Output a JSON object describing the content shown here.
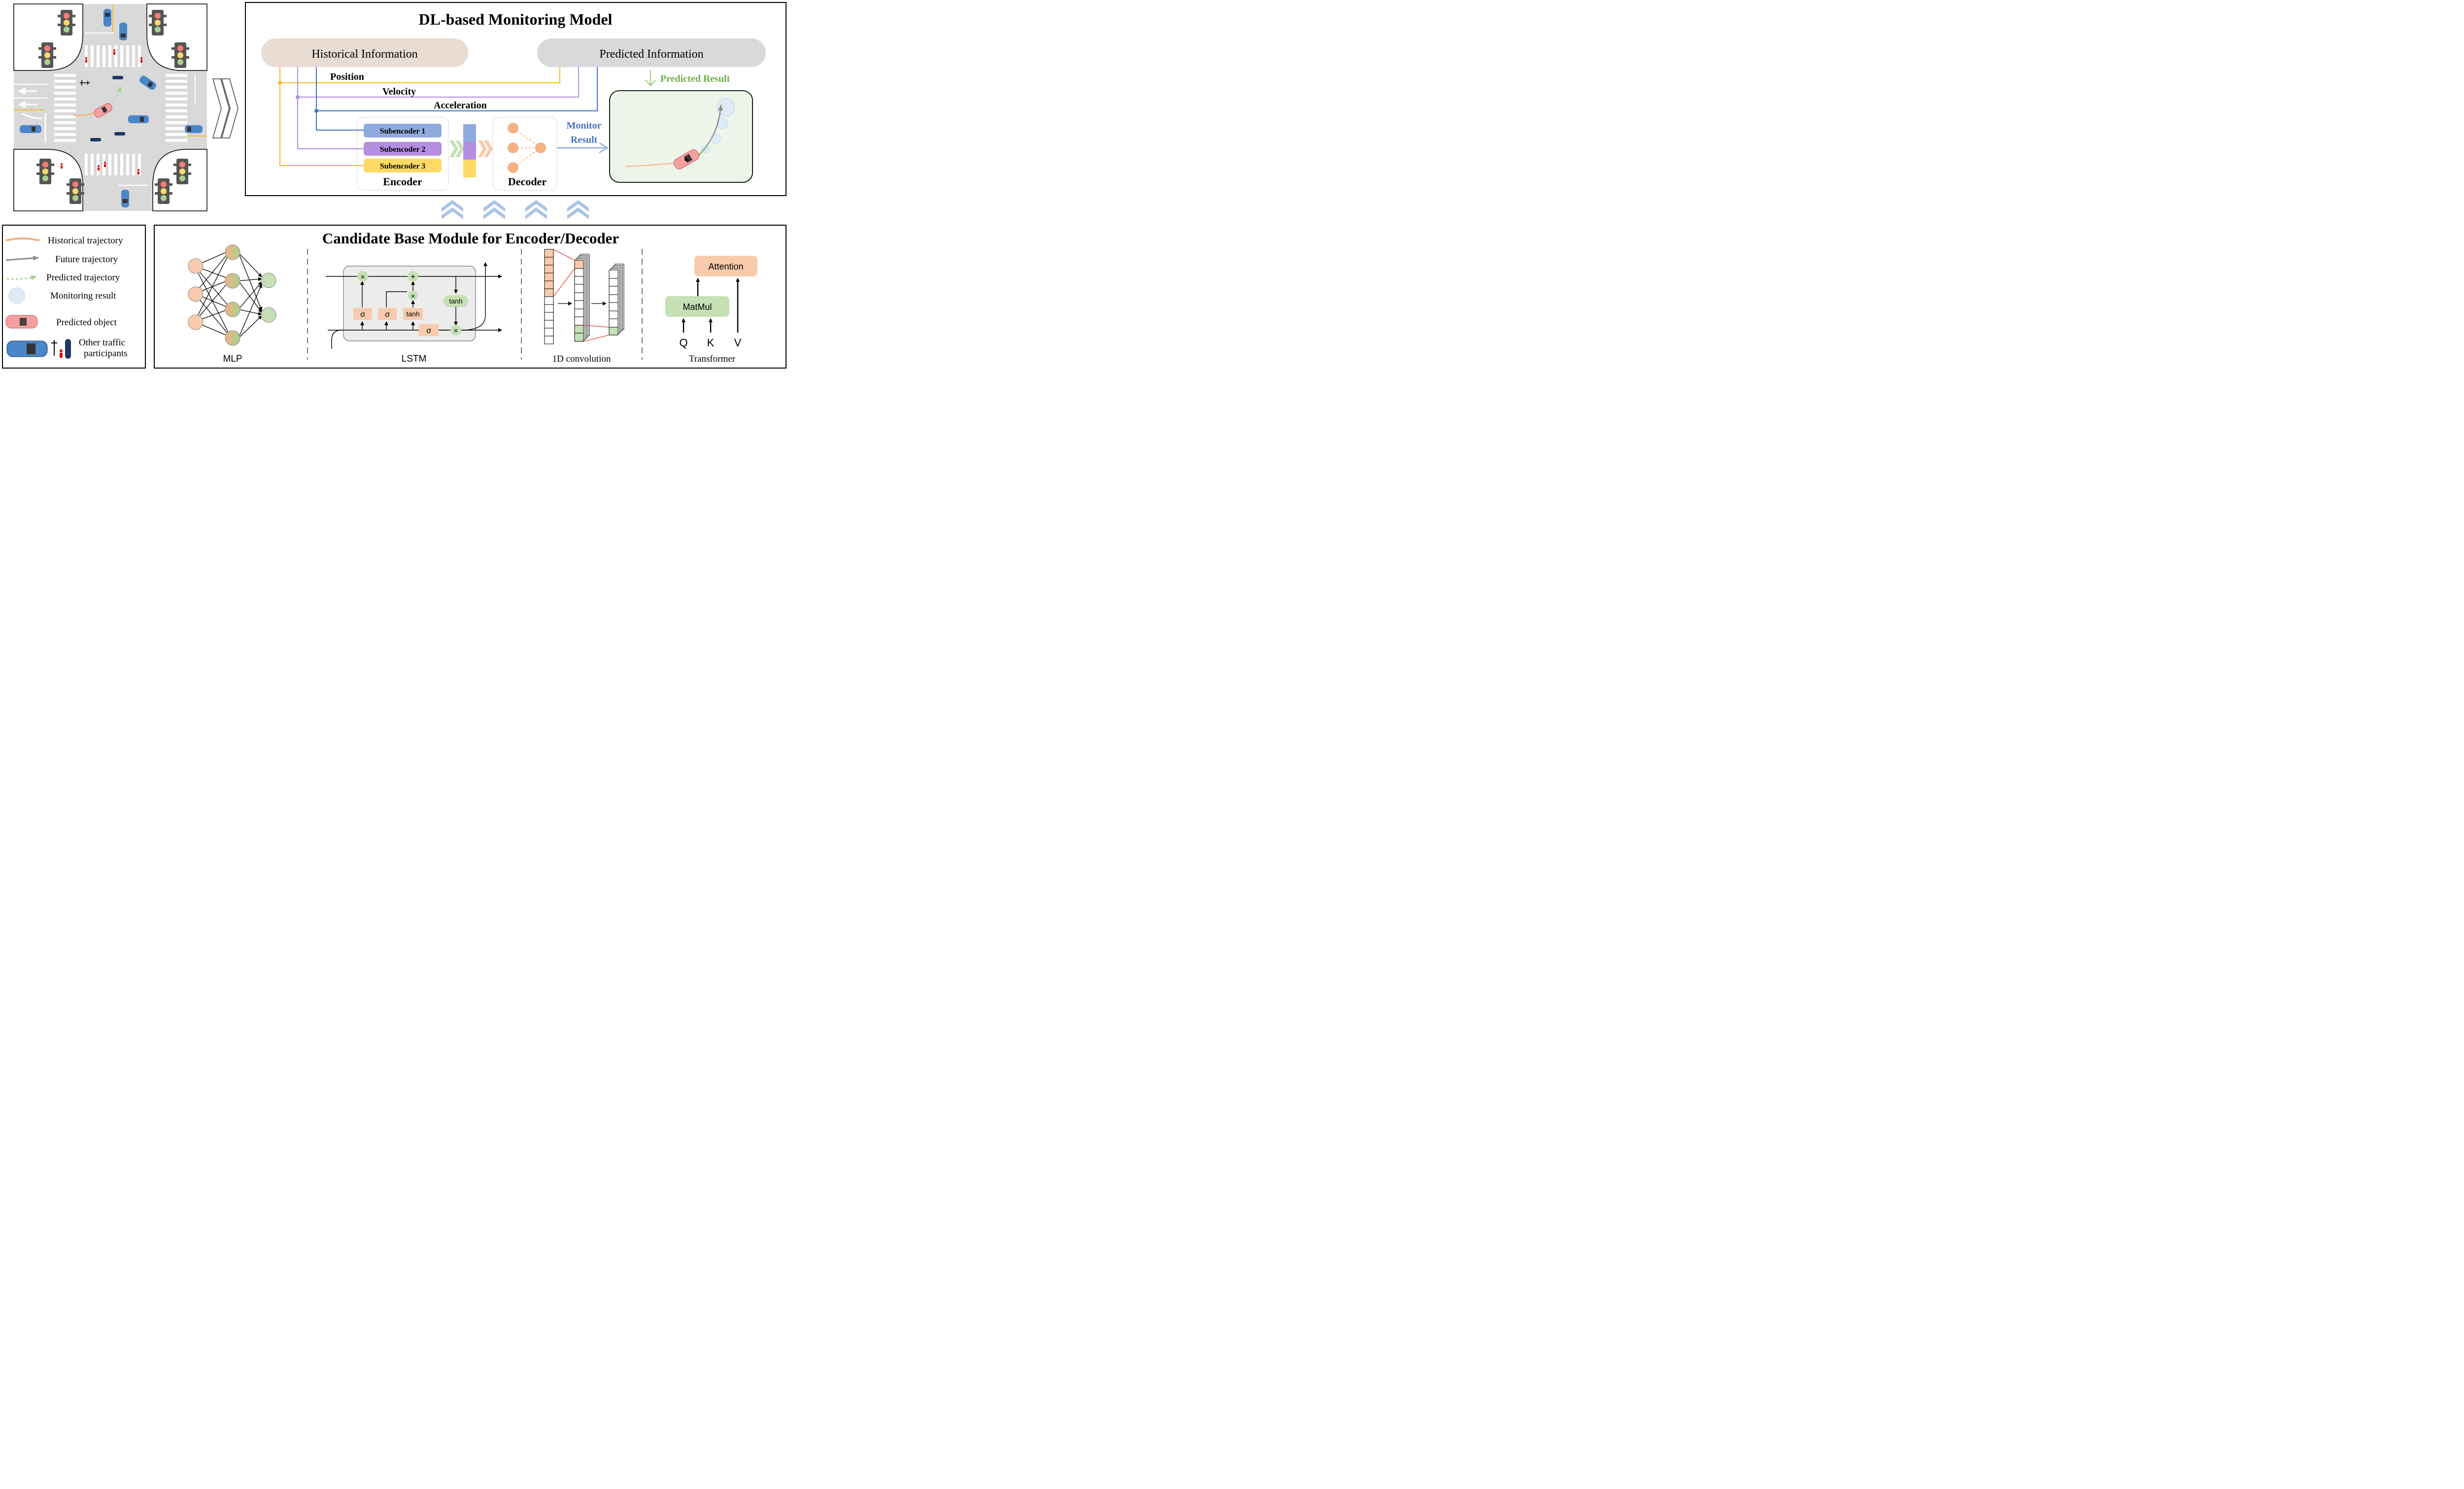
{
  "monitoring_model": {
    "title": "DL-based Monitoring Model",
    "historical_label": "Historical Information",
    "predicted_label": "Predicted Information",
    "position_label": "Position",
    "velocity_label": "Velocity",
    "acceleration_label": "Acceleration",
    "subencoders": [
      "Subencoder 1",
      "Subencoder 2",
      "Subencoder 3"
    ],
    "encoder_label": "Encoder",
    "decoder_label": "Decoder",
    "monitor_result_line1": "Monitor",
    "monitor_result_line2": "Result",
    "predicted_result_label": "Predicted Result"
  },
  "legend": {
    "items": [
      {
        "label": "Historical trajectory"
      },
      {
        "label": "Future trajectory"
      },
      {
        "label": "Predicted  trajectory"
      },
      {
        "label": "Monitoring result"
      },
      {
        "label": "Predicted object"
      },
      {
        "label": "Other traffic participants"
      }
    ]
  },
  "candidate_module": {
    "title": "Candidate Base Module for Encoder/Decoder",
    "mlp_label": "MLP",
    "lstm_label": "LSTM",
    "conv_label": "1D convolution",
    "transformer_label": "Transformer",
    "lstm_ops": {
      "times": "×",
      "plus": "+",
      "sigma": "σ",
      "tanh": "tanh"
    },
    "attention_label": "Attention",
    "matmul_label": "MatMul",
    "q_label": "Q",
    "k_label": "K",
    "v_label": "V"
  },
  "colors": {
    "position": "#f5b82e",
    "velocity": "#b08ee0",
    "acceleration": "#4472c4",
    "sub1": "#8faadc",
    "sub2": "#b48ee0",
    "sub3": "#ffd966",
    "historical_box": "#e8dcd3",
    "predicted_box": "#d9d9d9",
    "road": "#d9d9d9",
    "predicted_green": "#70ad47",
    "node_orange": "#f4b183",
    "node_green": "#a9d18e",
    "monitor_blue": "#4472c4"
  }
}
